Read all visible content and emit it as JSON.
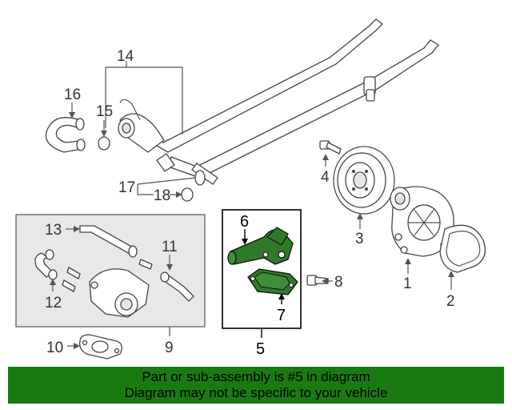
{
  "callouts": {
    "c1": "1",
    "c2": "2",
    "c3": "3",
    "c4": "4",
    "c5": "5",
    "c6": "6",
    "c7": "7",
    "c8": "8",
    "c9": "9",
    "c10": "10",
    "c11": "11",
    "c12": "12",
    "c13": "13",
    "c14": "14",
    "c15": "15",
    "c16": "16",
    "c17": "17",
    "c18": "18"
  },
  "banner": {
    "line1": "Part or sub-assembly is #5 in diagram",
    "line2": "Diagram may not be specific to your vehicle"
  },
  "colors": {
    "highlight_part": "#2f7a2a",
    "banner_bg": "#1a7a12"
  }
}
